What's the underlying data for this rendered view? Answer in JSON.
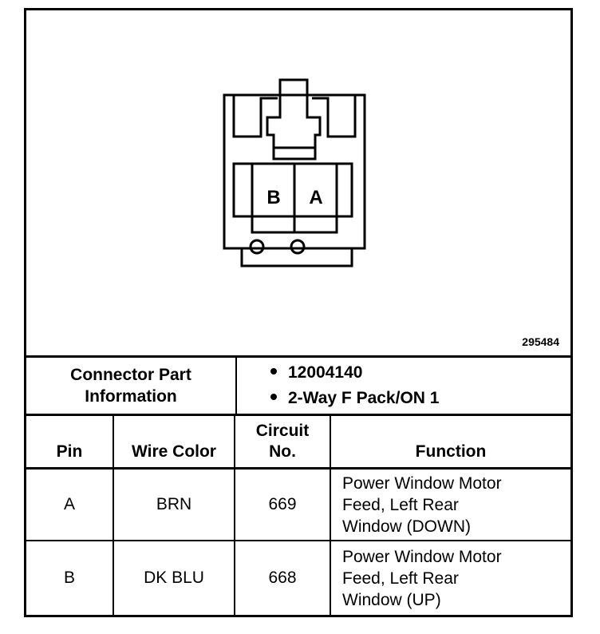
{
  "figure": {
    "number": "295484",
    "pin_labels": [
      "B",
      "A"
    ]
  },
  "connector": {
    "label_line1": "Connector Part",
    "label_line2": "Information",
    "items": [
      "12004140",
      "2-Way F Pack/ON 1"
    ]
  },
  "table": {
    "headers": {
      "pin": "Pin",
      "wire_color": "Wire Color",
      "circuit_line1": "Circuit",
      "circuit_line2": "No.",
      "function": "Function"
    },
    "rows": [
      {
        "pin": "A",
        "wire_color": "BRN",
        "circuit": "669",
        "function": [
          "Power Window Motor",
          "Feed, Left Rear",
          "Window (DOWN)"
        ]
      },
      {
        "pin": "B",
        "wire_color": "DK BLU",
        "circuit": "668",
        "function": [
          "Power Window Motor",
          "Feed, Left Rear",
          "Window (UP)"
        ]
      }
    ]
  }
}
